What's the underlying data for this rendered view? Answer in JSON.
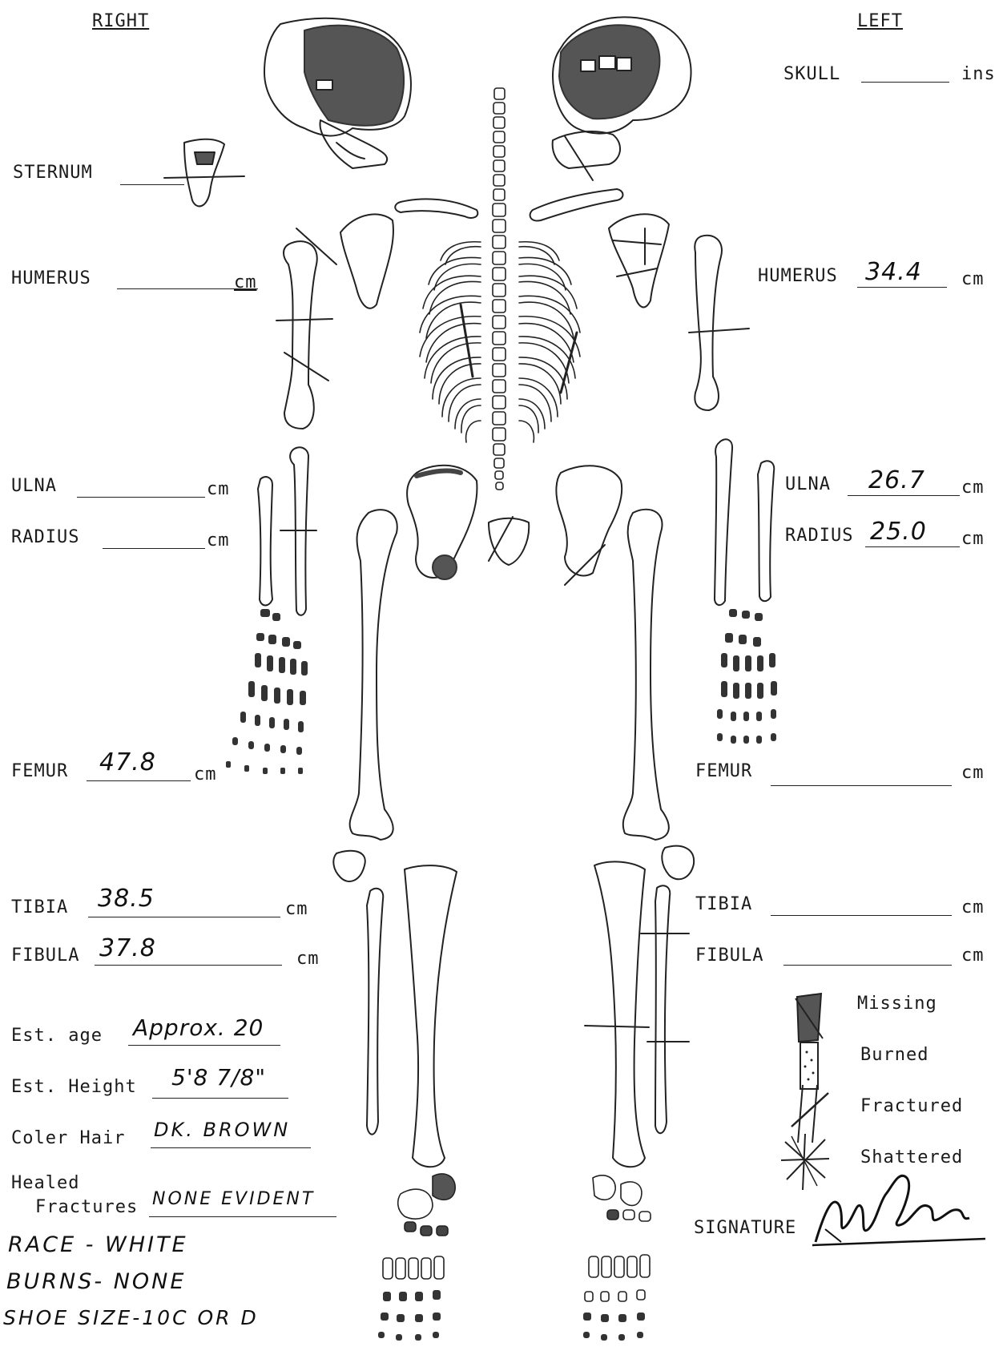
{
  "headers": {
    "right": "RIGHT",
    "left": "LEFT"
  },
  "right_side": {
    "sternum": {
      "label": "STERNUM",
      "value": ""
    },
    "humerus": {
      "label": "HUMERUS",
      "value": "",
      "unit": "cm"
    },
    "ulna": {
      "label": "ULNA",
      "value": "",
      "unit": "cm"
    },
    "radius": {
      "label": "RADIUS",
      "value": "",
      "unit": "cm"
    },
    "femur": {
      "label": "FEMUR",
      "value": "47.8",
      "unit": "cm"
    },
    "tibia": {
      "label": "TIBIA",
      "value": "38.5",
      "unit": "cm"
    },
    "fibula": {
      "label": "FIBULA",
      "value": "37.8",
      "unit": "cm"
    }
  },
  "left_side": {
    "skull": {
      "label": "SKULL",
      "value": "",
      "unit": "ins"
    },
    "humerus": {
      "label": "HUMERUS",
      "value": "34.4",
      "unit": "cm"
    },
    "ulna": {
      "label": "ULNA",
      "value": "26.7",
      "unit": "cm"
    },
    "radius": {
      "label": "RADIUS",
      "value": "25.0",
      "unit": "cm"
    },
    "femur": {
      "label": "FEMUR",
      "value": "",
      "unit": "cm"
    },
    "tibia": {
      "label": "TIBIA",
      "value": "",
      "unit": "cm"
    },
    "fibula": {
      "label": "FIBULA",
      "value": "",
      "unit": "cm"
    }
  },
  "estimates": {
    "age": {
      "label": "Est. age",
      "value": "Approx. 20"
    },
    "height": {
      "label": "Est. Height",
      "value": "5'8 7/8\""
    },
    "hair": {
      "label": "Coler Hair",
      "value": "DK. BROWN"
    },
    "healed_fractures": {
      "label_line1": "Healed",
      "label_line2": "Fractures",
      "value": "NONE EVIDENT"
    }
  },
  "notes": [
    "RACE - WHITE",
    "BURNS- NONE",
    "SHOE SIZE-10C OR D"
  ],
  "legend": [
    {
      "icon": "missing-icon",
      "label": "Missing"
    },
    {
      "icon": "burned-icon",
      "label": "Burned"
    },
    {
      "icon": "fractured-icon",
      "label": "Fractured"
    },
    {
      "icon": "shattered-icon",
      "label": "Shattered"
    }
  ],
  "signature": {
    "label": "SIGNATURE"
  }
}
